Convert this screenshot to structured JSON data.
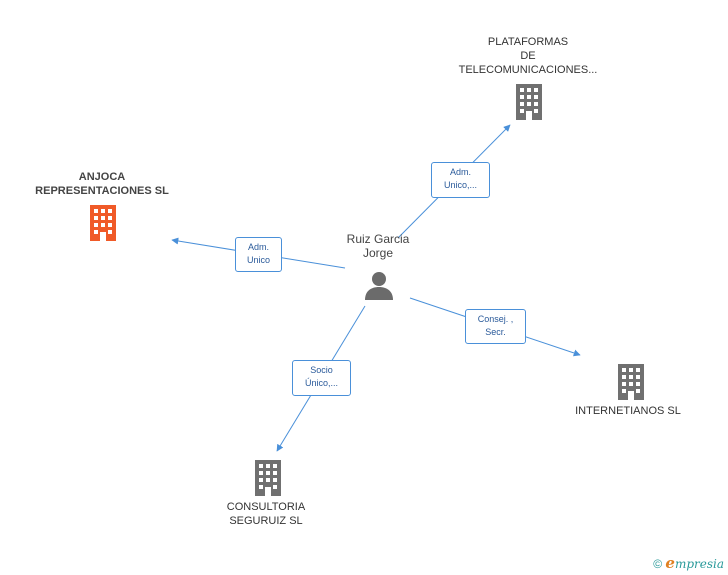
{
  "person": {
    "name_lines": [
      "Ruiz Garcia",
      "Jorge"
    ]
  },
  "companies": [
    {
      "id": "plataformas",
      "lines": [
        "PLATAFORMAS",
        "DE",
        "TELECOMUNICACIONES..."
      ],
      "color": "#707070"
    },
    {
      "id": "anjoca",
      "lines": [
        "ANJOCA",
        "REPRESENTACIONES SL"
      ],
      "color": "#f05a28"
    },
    {
      "id": "internetianos",
      "lines": [
        "INTERNETIANOS SL"
      ],
      "color": "#707070"
    },
    {
      "id": "consultoria",
      "lines": [
        "CONSULTORIA",
        "SEGURUIZ SL"
      ],
      "color": "#707070"
    }
  ],
  "relations": [
    {
      "to": "plataformas",
      "lines": [
        "Adm.",
        "Unico,..."
      ]
    },
    {
      "to": "anjoca",
      "lines": [
        "Adm.",
        "Unico"
      ]
    },
    {
      "to": "internetianos",
      "lines": [
        "Consej. ,",
        "Secr."
      ]
    },
    {
      "to": "consultoria",
      "lines": [
        "Socio",
        "Único,..."
      ]
    }
  ],
  "colors": {
    "edge": "#4a90d9",
    "accent": "#f05a28",
    "building": "#707070",
    "person": "#6b6b6b"
  },
  "footer": {
    "copyright": "©",
    "brand_initial": "e",
    "brand_rest": "mpresia"
  }
}
